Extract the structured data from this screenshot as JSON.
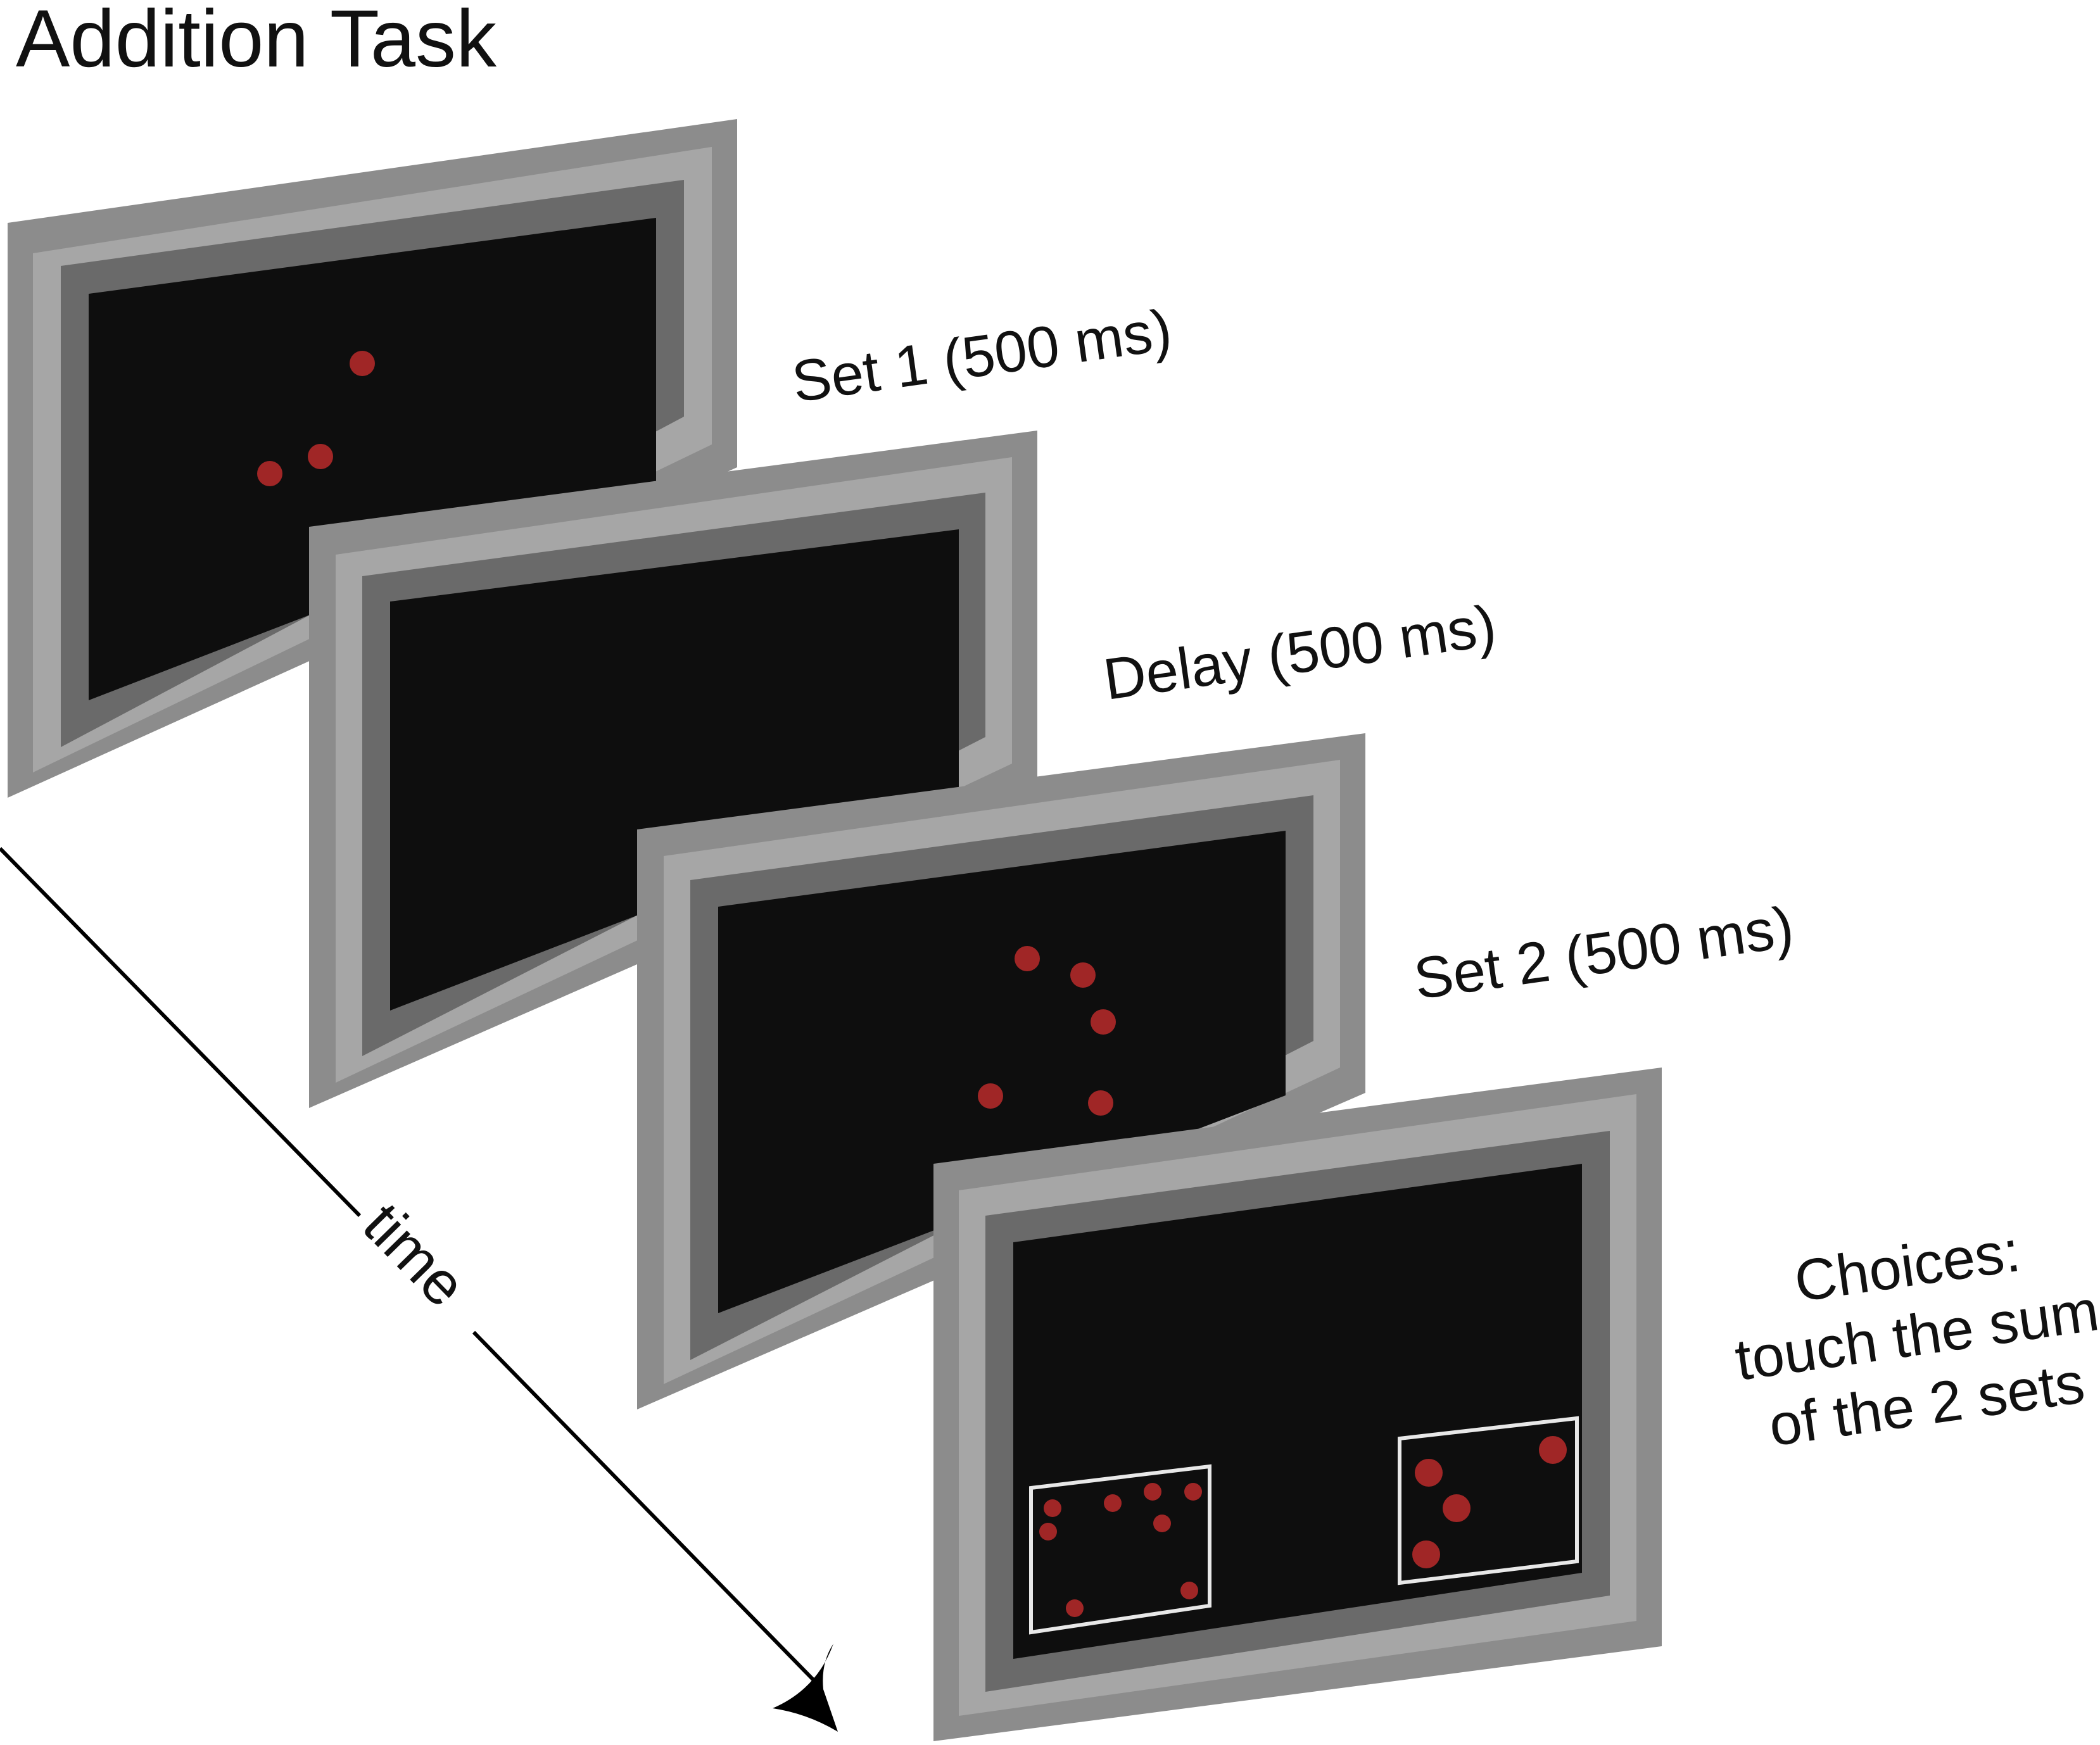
{
  "title": "Addition Task",
  "time_label": "time",
  "steps": [
    {
      "label": "Set 1 (500 ms)",
      "dots": 3
    },
    {
      "label": "Delay (500 ms)",
      "dots": 0
    },
    {
      "label": "Set 2 (500 ms)",
      "dots": 5
    }
  ],
  "choices": {
    "lines": [
      "Choices:",
      "touch the sum",
      "of the 2 sets"
    ],
    "options": [
      {
        "name": "left-choice",
        "dots": 8
      },
      {
        "name": "right-choice",
        "dots": 4
      }
    ]
  },
  "colors": {
    "screen": "#0e0e0e",
    "dot": "#a02626",
    "frame_outer": "#8c8c8c",
    "frame_mid": "#a6a6a6",
    "frame_inner": "#6a6a6a",
    "choice_box": "#e8e8e8",
    "arrow": "#000000"
  }
}
